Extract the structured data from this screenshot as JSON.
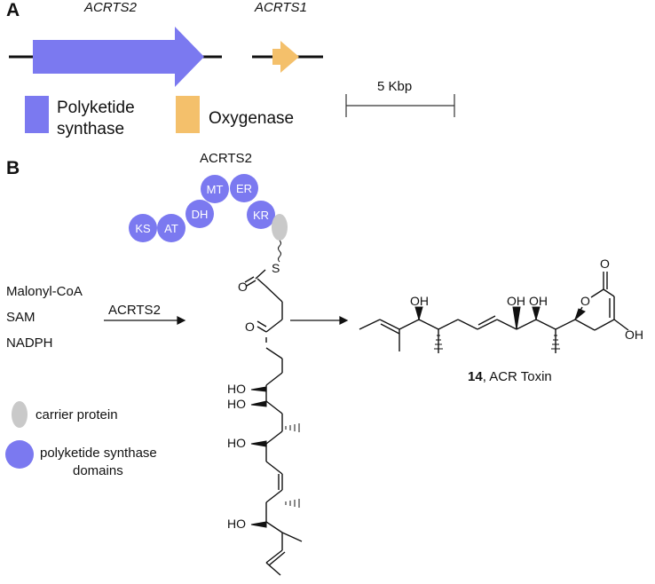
{
  "panel_a": {
    "letter": "A",
    "genes": [
      {
        "name": "ACRTS2",
        "color": "#7b79f0"
      },
      {
        "name": "ACRTS1",
        "color": "#f4c06b"
      }
    ],
    "legend": {
      "pks_label_line1": "Polyketide",
      "pks_label_line2": "synthase",
      "oxy_label": "Oxygenase"
    },
    "scale_bar": "5 Kbp"
  },
  "panel_b": {
    "letter": "B",
    "enzyme": "ACRTS2",
    "domains": [
      "KS",
      "AT",
      "DH",
      "MT",
      "ER",
      "KR"
    ],
    "substrates": [
      "Malonyl-CoA",
      "SAM",
      "NADPH"
    ],
    "arrow_enzyme": "ACRTS2",
    "legend": {
      "carrier": "carrier protein",
      "pks_line1": "polyketide synthase",
      "pks_line2": "domains"
    },
    "product_number": "14",
    "product_name": ", ACR Toxin",
    "atoms": {
      "o": "O",
      "s": "S",
      "oh": "OH",
      "ho": "HO"
    },
    "colors": {
      "domain": "#7b79f0",
      "carrier": "#c9c9c9"
    }
  }
}
